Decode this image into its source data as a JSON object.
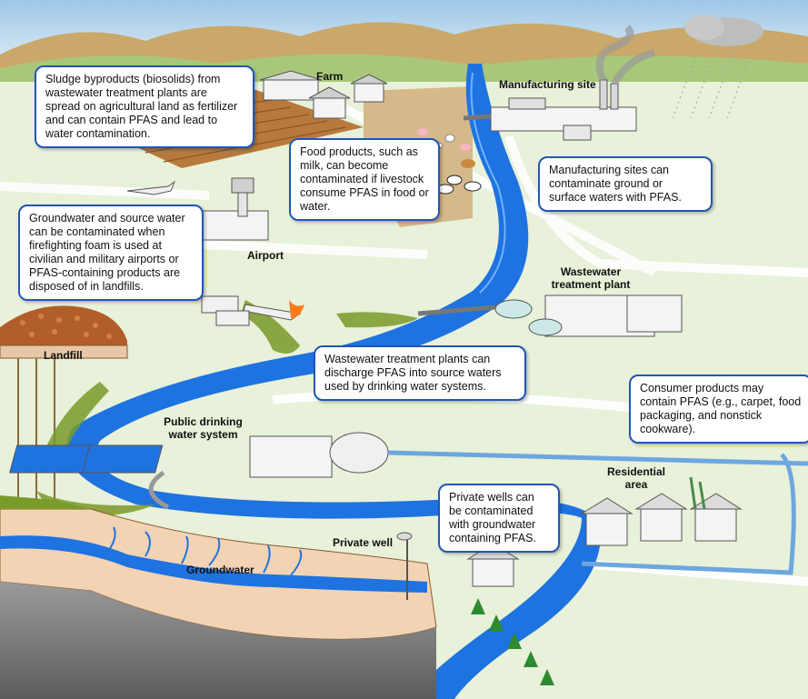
{
  "labels": {
    "farm": "Farm",
    "manufacturing_site": "Manufacturing site",
    "airport": "Airport",
    "wastewater_plant": "Wastewater treatment plant",
    "landfill": "Landfill",
    "public_drinking": "Public drinking water system",
    "residential": "Residential area",
    "private_well": "Private well",
    "groundwater": "Groundwater"
  },
  "callouts": {
    "sludge": "Sludge byproducts (biosolids) from wastewater treatment plants are spread on agricultural land as fertilizer and can contain PFAS and lead to water contamination.",
    "food": "Food products, such as milk, can become contaminated if livestock consume PFAS in food or water.",
    "manufacturing": "Manufacturing sites can contaminate ground or surface waters with PFAS.",
    "groundwater": "Groundwater and source water can be contaminated when firefighting foam is used at civilian and military airports or PFAS-containing products are disposed of in landfills.",
    "wastewater": "Wastewater treatment plants can discharge PFAS into source waters used by drinking water systems.",
    "consumer": "Consumer products may contain PFAS (e.g., carpet, food packaging, and nonstick cookware).",
    "private_wells": "Private wells can be contaminated with groundwater containing PFAS."
  },
  "colors": {
    "river": "#1e73e0",
    "callout_border": "#1f57b8",
    "ground": "#e8f1d9",
    "contamination": "#7a9a2a"
  }
}
